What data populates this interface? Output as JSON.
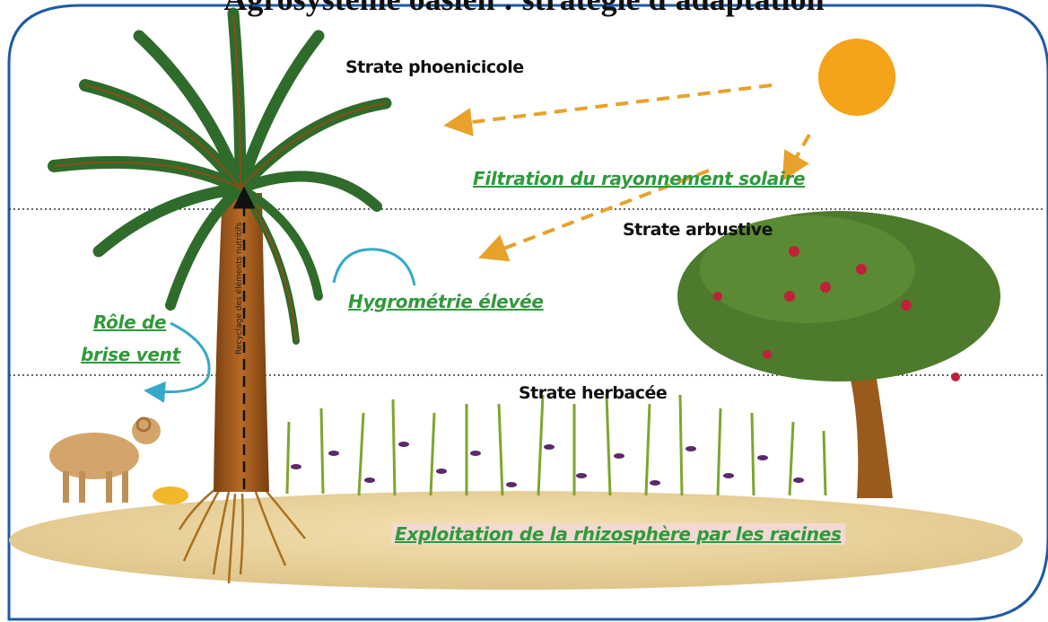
{
  "title": "Agrosystème oasien : stratégie d'adaptation",
  "strata": {
    "phoenicicole": "Strate phoenicicole",
    "arbustive": "Strate arbustive",
    "herbacee": "Strate herbacée"
  },
  "functions": {
    "filtration": "Filtration du rayonnement solaire",
    "hygrometrie": "Hygrométrie élevée",
    "brise_vent_line1": "Rôle de",
    "brise_vent_line2": "brise vent",
    "rhizosphere": "Exploitation de la rhizosphère par les racines"
  },
  "recycling_label": "Recyclage des éléments nutritifs",
  "colors": {
    "frame": "#1e5aa8",
    "sun": "#f4a31a",
    "arrow": "#e8a12a",
    "green_text": "#2f9a3a",
    "cyan_arrow": "#35a9c9",
    "ground": "#e9d29a",
    "palm_trunk": "#a8601f",
    "palm_leaf": "#2f6b2a"
  }
}
